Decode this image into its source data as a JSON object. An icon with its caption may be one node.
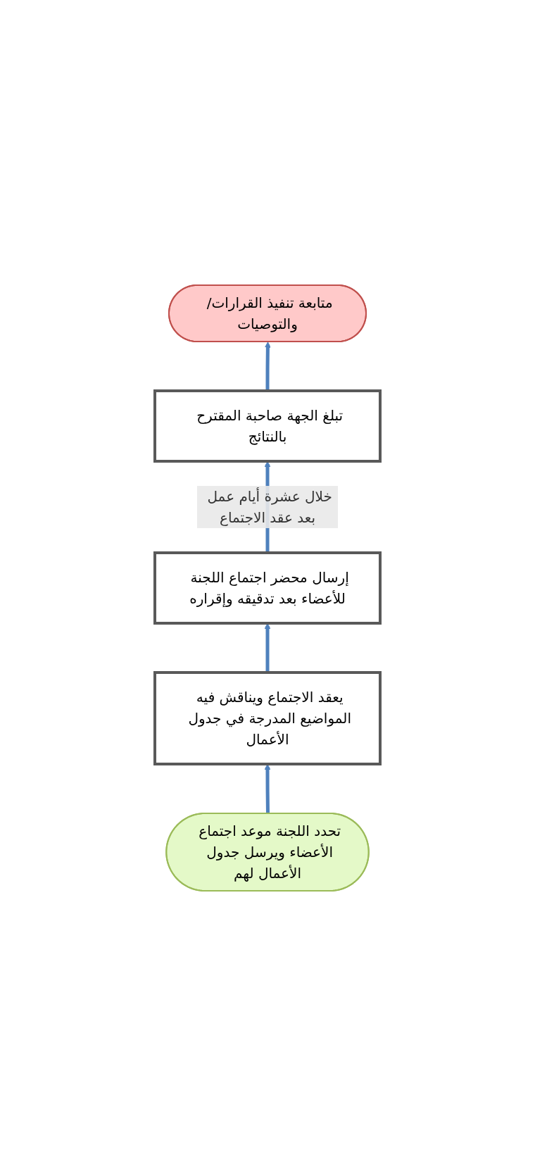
{
  "diagram": {
    "nodes": [
      {
        "text": [
          "تحدد اللجنة موعد اجتماع الأعضاء ويرسل جدول الأعمال لهم"
        ]
      },
      {
        "text": [
          "يعقد الاجتماع ويناقش فيه المواضيع المدرجة في جدول الأعمال"
        ]
      },
      {
        "text": [
          "إرسال محضر اجتماع اللجنة للأعضاء بعد تدقيقه وإقراره"
        ]
      },
      {
        "text": [
          "تبلغ الجهة صاحبة المقترح بالنتائج"
        ]
      },
      {
        "text": [
          "متابعة تنفيذ القرارات/ والتوصيات"
        ]
      }
    ],
    "edges": [
      {
        "from": 0,
        "to": 1,
        "arrow": "to"
      },
      {
        "from": 1,
        "to": 2,
        "arrow": "to"
      },
      {
        "from": 2,
        "to": 3,
        "arrow": "to",
        "label": "خلال عشرة أيام عمل بعد عقد الاجتماع"
      },
      {
        "from": 3,
        "to": 4,
        "arrow": "to"
      }
    ]
  }
}
